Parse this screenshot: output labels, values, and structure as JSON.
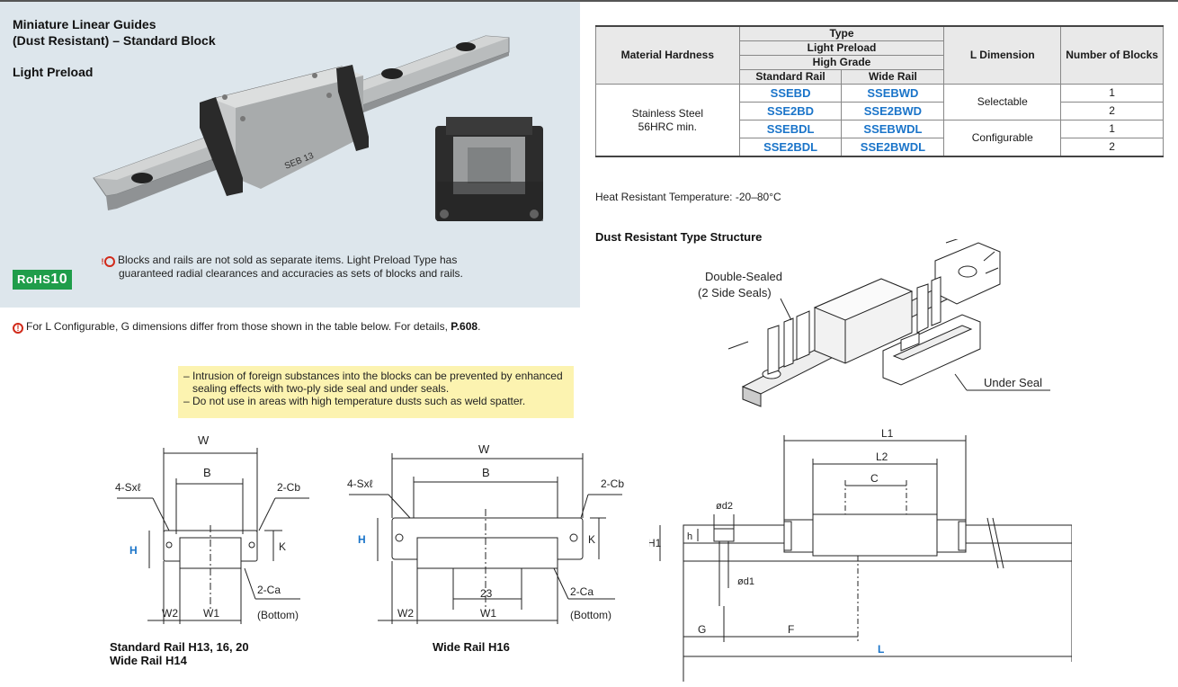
{
  "hero": {
    "title_line1": "Miniature Linear Guides",
    "title_line2": "(Dust Resistant) – Standard Block",
    "subtitle": "Light Preload",
    "rohs_prefix": "RoHS",
    "rohs_number": "10",
    "note": "Blocks and rails are not sold as separate items. Light Preload Type has guaranteed radial clearances and accuracies as sets of blocks and rails.",
    "rail_marking": "SEB 13"
  },
  "config_note": {
    "text": "For L Configurable, G dimensions differ from those shown in the table below. For details, ",
    "ref": "P.608",
    "end": "."
  },
  "features": [
    "– Intrusion of foreign substances into the blocks can be prevented by enhanced sealing effects with two-ply side seal and under seals.",
    "– Do not use in areas with high temperature dusts such as weld spatter."
  ],
  "table": {
    "h_material": "Material Hardness",
    "h_type": "Type",
    "h_preload": "Light Preload",
    "h_grade": "High Grade",
    "h_std": "Standard Rail",
    "h_wide": "Wide Rail",
    "h_ldim": "L Dimension",
    "h_blocks": "Number of Blocks",
    "material_line1": "Stainless Steel",
    "material_line2": "56HRC min.",
    "rows": [
      {
        "std": "SSEBD",
        "wide": "SSEBWD",
        "blocks": "1"
      },
      {
        "std": "SSE2BD",
        "wide": "SSE2BWD",
        "blocks": "2"
      },
      {
        "std": "SSEBDL",
        "wide": "SSEBWDL",
        "blocks": "1"
      },
      {
        "std": "SSE2BDL",
        "wide": "SSE2BWDL",
        "blocks": "2"
      }
    ],
    "ldim_a": "Selectable",
    "ldim_b": "Configurable"
  },
  "heat_note": "Heat Resistant Temperature: -20–80°C",
  "dust": {
    "title": "Dust Resistant Type Structure",
    "label_double": "Double-Sealed",
    "label_side": "(2 Side Seals)",
    "label_under": "Under Seal"
  },
  "drawings": {
    "w": "W",
    "b": "B",
    "sxl": "4-Sxℓ",
    "cb": "2-Cb",
    "h": "H",
    "k": "K",
    "ca": "2-Ca",
    "bottom": "(Bottom)",
    "w1": "W1",
    "w2": "W2",
    "dim23": "23",
    "l1": "L1",
    "l2": "L2",
    "c": "C",
    "d2": "ød2",
    "d1": "ød1",
    "h1": "H1",
    "h_small": "h",
    "g": "G",
    "f": "F",
    "l": "L",
    "cap_std1": "Standard Rail H13, 16, 20",
    "cap_std2": "Wide Rail H14",
    "cap_wide": "Wide Rail H16"
  },
  "colors": {
    "panel": "#dde6ec",
    "accent_blue": "#1a74c9",
    "rohs_green": "#1f9d4a",
    "warn_red": "#d12a1a",
    "feature_yellow": "#fcf3b0"
  }
}
